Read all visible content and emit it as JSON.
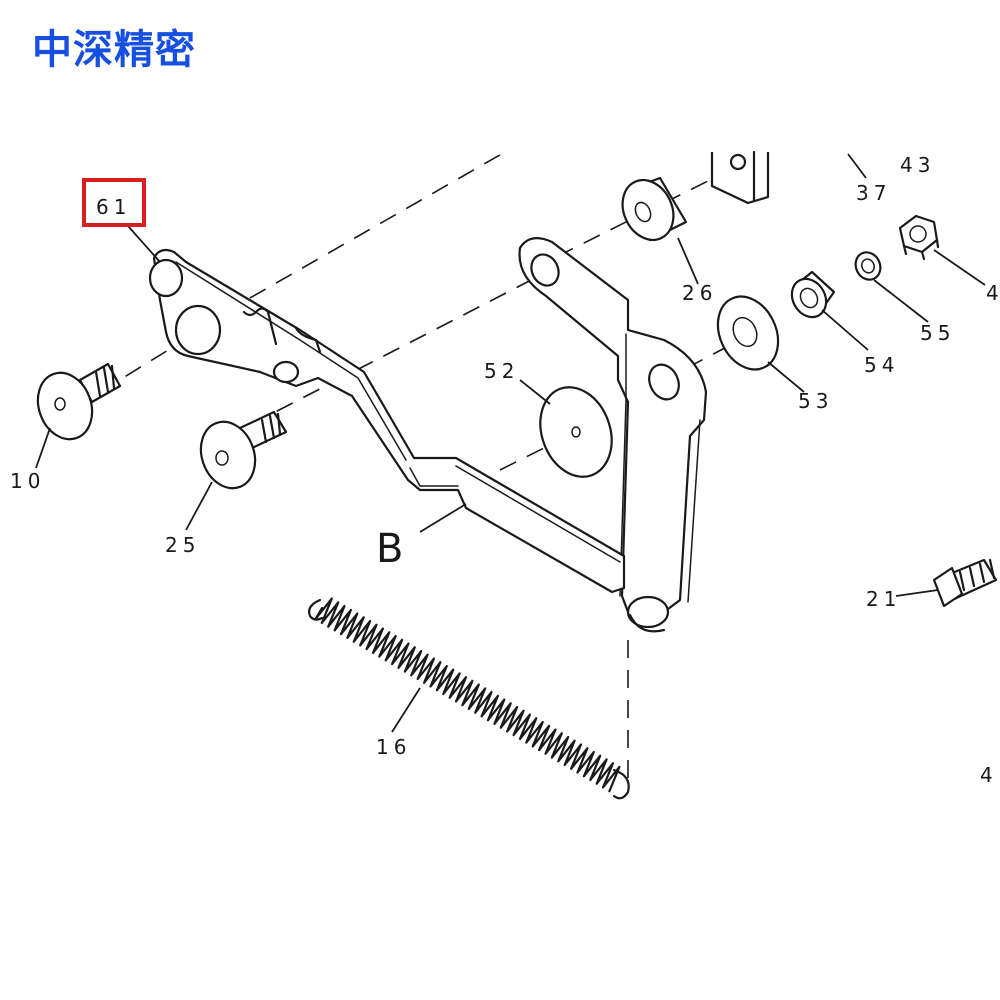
{
  "brand": {
    "text": "中深精密",
    "color": "#1750e0"
  },
  "highlight_color": "#d42020",
  "view_label": "B",
  "callouts": {
    "c61": "61",
    "c10": "10",
    "c25": "25",
    "c26": "26",
    "c37": "37",
    "c43": "43",
    "c4": "4",
    "c55": "55",
    "c54": "54",
    "c53": "53",
    "c52": "52",
    "c21": "21",
    "c16": "16",
    "c4b": "4"
  }
}
